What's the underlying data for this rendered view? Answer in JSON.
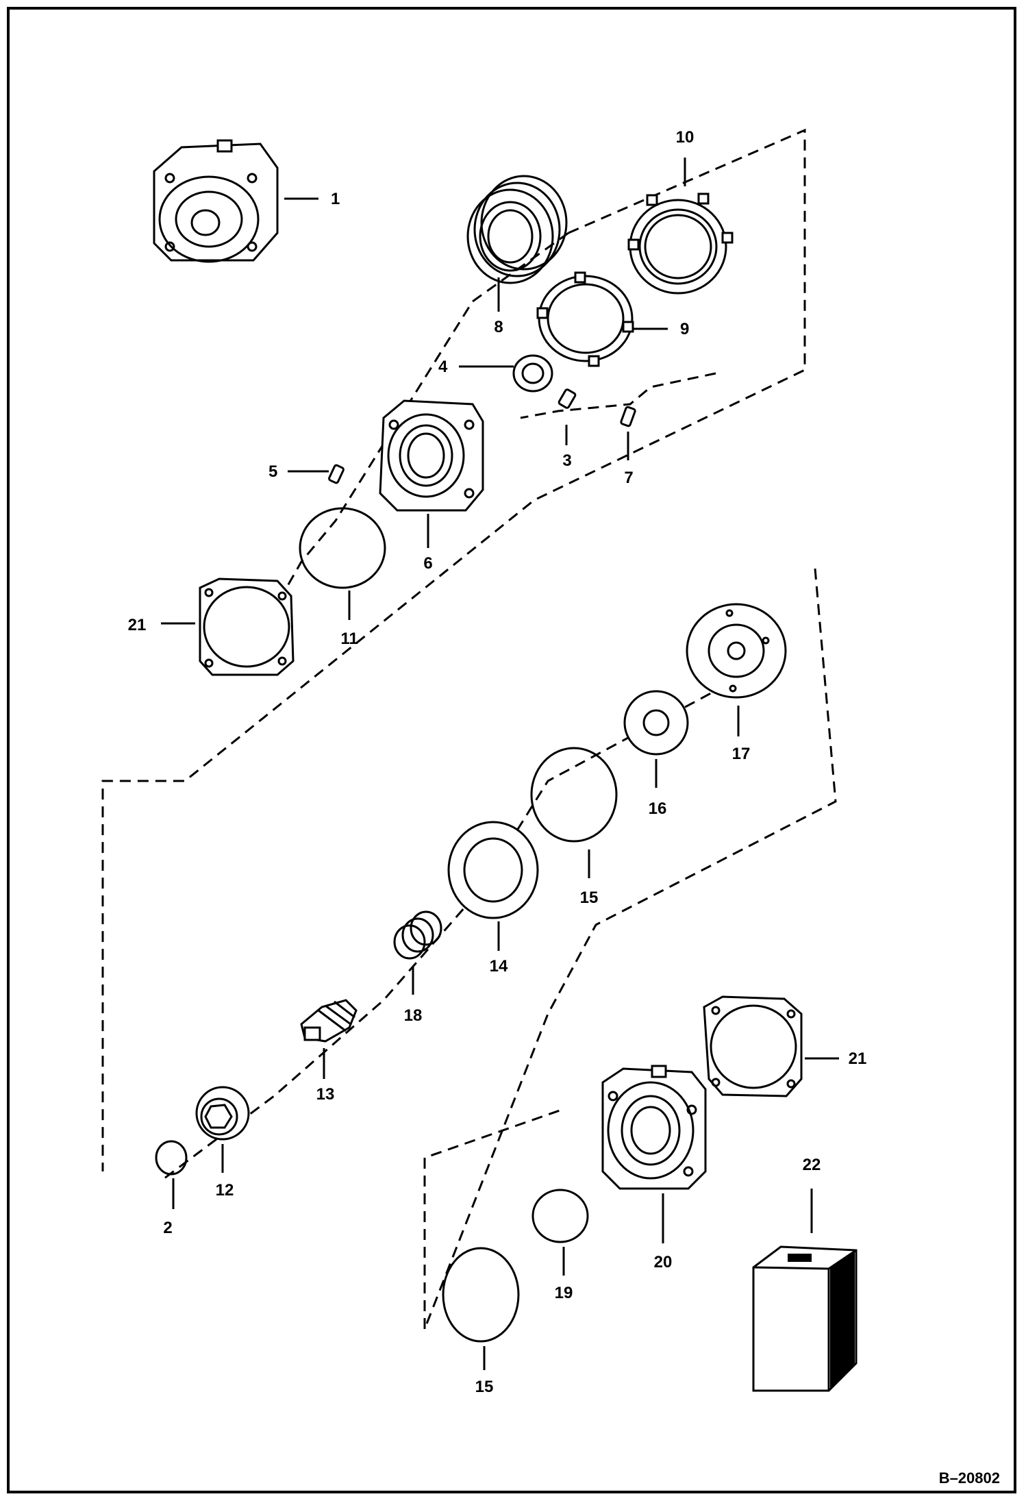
{
  "diagram": {
    "reference_number": "B–20802",
    "callouts": [
      {
        "id": "1",
        "label": "1"
      },
      {
        "id": "2",
        "label": "2"
      },
      {
        "id": "3",
        "label": "3"
      },
      {
        "id": "4",
        "label": "4"
      },
      {
        "id": "5",
        "label": "5"
      },
      {
        "id": "6",
        "label": "6"
      },
      {
        "id": "7",
        "label": "7"
      },
      {
        "id": "8",
        "label": "8"
      },
      {
        "id": "9",
        "label": "9"
      },
      {
        "id": "10",
        "label": "10"
      },
      {
        "id": "11",
        "label": "11"
      },
      {
        "id": "12",
        "label": "12"
      },
      {
        "id": "13",
        "label": "13"
      },
      {
        "id": "14",
        "label": "14"
      },
      {
        "id": "15a",
        "label": "15"
      },
      {
        "id": "15b",
        "label": "15"
      },
      {
        "id": "16",
        "label": "16"
      },
      {
        "id": "17",
        "label": "17"
      },
      {
        "id": "18",
        "label": "18"
      },
      {
        "id": "19",
        "label": "19"
      },
      {
        "id": "20",
        "label": "20"
      },
      {
        "id": "21a",
        "label": "21"
      },
      {
        "id": "21b",
        "label": "21"
      },
      {
        "id": "22",
        "label": "22"
      }
    ]
  }
}
